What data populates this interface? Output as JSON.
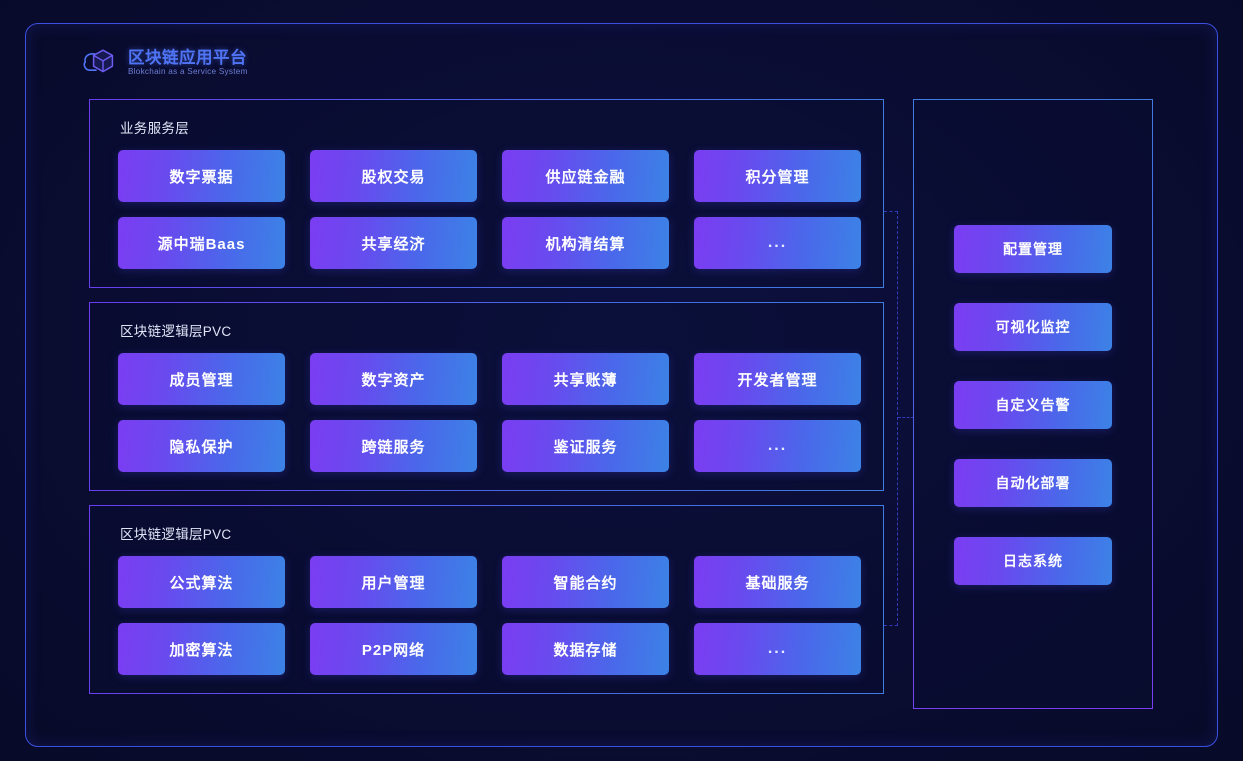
{
  "brand": {
    "title": "区块链应用平台",
    "subtitle": "Blokchain as a Service System",
    "icon": "cube-cloud-logo-icon",
    "title_color": "#4f74f6",
    "subtitle_color": "#6f7fd8"
  },
  "theme": {
    "background": "#0a0d30",
    "frame_border": "#3b4fe0",
    "panel_border_start": "#6b3cf0",
    "panel_border_end": "#3f7de0",
    "cell_gradient_start": "#7b3df2",
    "cell_gradient_end": "#3c82e6",
    "cell_text": "#ffffff",
    "connector": "#2f3bb8"
  },
  "layers": [
    {
      "title": "业务服务层",
      "cells": [
        "数字票据",
        "股权交易",
        "供应链金融",
        "积分管理",
        "源中瑞Baas",
        "共享经济",
        "机构清结算",
        "..."
      ]
    },
    {
      "title": "区块链逻辑层PVC",
      "cells": [
        "成员管理",
        "数字资产",
        "共享账薄",
        "开发者管理",
        "隐私保护",
        "跨链服务",
        "鉴证服务",
        "..."
      ]
    },
    {
      "title": "区块链逻辑层PVC",
      "cells": [
        "公式算法",
        "用户管理",
        "智能合约",
        "基础服务",
        "加密算法",
        "P2P网络",
        "数据存储",
        "..."
      ]
    }
  ],
  "side_panel": {
    "items": [
      "配置管理",
      "可视化监控",
      "自定义告警",
      "自动化部署",
      "日志系统"
    ]
  }
}
